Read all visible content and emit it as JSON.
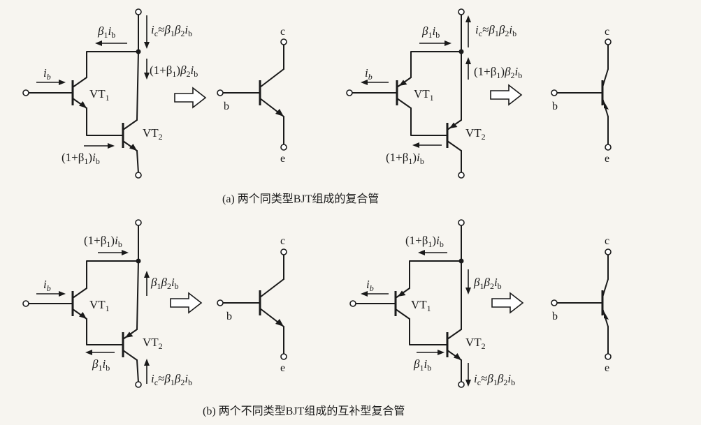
{
  "caption_a": "(a) 两个同类型BJT组成的复合管",
  "caption_b": "(b) 两个不同类型BJT组成的互补型复合管",
  "pin_labels": {
    "b": "b",
    "c": "c",
    "e": "e"
  },
  "transistors": {
    "vt1": "VT",
    "vt1_sub": "1",
    "vt2": "VT",
    "vt2_sub": "2"
  },
  "currents": {
    "ib": "i",
    "ib_sub": "b",
    "beta1_ib": "β",
    "ic_approx": "i",
    "ic_sub": "c",
    "approx": "≈",
    "one_plus_beta1": "(1+β",
    "close_paren": ")",
    "beta2": "β",
    "beta1_sub": "1",
    "beta2_sub": "2"
  }
}
